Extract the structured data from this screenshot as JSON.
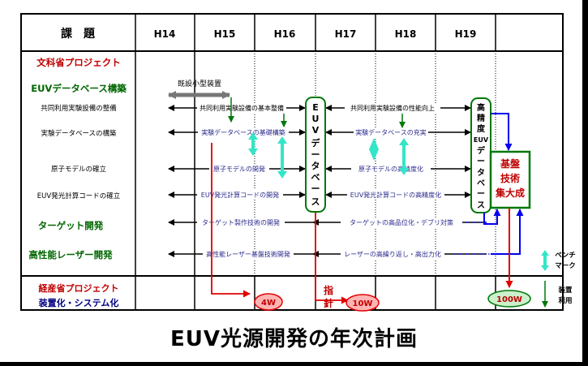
{
  "header": {
    "topic": "課　題",
    "years": [
      "H14",
      "H15",
      "H16",
      "H17",
      "H18",
      "H19"
    ]
  },
  "rows": {
    "mext_project": "文科省プロジェクト",
    "euv_database": "EUVデータベース構築",
    "shared_facility": "共同利用実験設備の整備",
    "experiment_db": "実験データベースの構築",
    "atomic_model": "原子モデルの確立",
    "euv_code": "EUV発光計算コードの確立",
    "target_dev": "ターゲット開発",
    "laser_dev": "高性能レーザー開発",
    "meti_project": "経産省プロジェクト",
    "device_system": "装置化・システム化"
  },
  "arrows": {
    "existing_device": "既設小型装置",
    "facility_basic": "共同利用実験設備の基本整備",
    "facility_perf": "共同利用実験設備の性能向上",
    "db_basic": "実験データベースの基礎構築",
    "db_enhance": "実験データベースの充実",
    "model_dev": "原子モデルの開発",
    "model_precision": "原子モデルの高精度化",
    "code_dev": "EUV発光計算コードの開発",
    "code_precision": "EUV発光計算コードの高精度化",
    "target_tech": "ターゲット製作技術の開発",
    "target_quality": "ターゲットの高品位化・デブリ対策",
    "laser_basic": "高性能レーザー基盤技術開発",
    "laser_rep": "レーザーの高繰り返し・高出力化"
  },
  "boxes": {
    "euv_db_vertical": [
      "E",
      "U",
      "V",
      "デ",
      "ー",
      "タ",
      "ベ",
      "ー",
      "ス"
    ],
    "hp_db_vertical": [
      "高",
      "精",
      "度",
      "EUV",
      "デ",
      "ー",
      "タ",
      "ベ",
      "ー",
      "ス"
    ],
    "integration": [
      "基盤",
      "技術",
      "集大成"
    ]
  },
  "milestones": {
    "m4w": "4W",
    "pointer": [
      "指",
      "針"
    ],
    "m10w": "10W",
    "m100w": "100W"
  },
  "legend": {
    "benchmark": [
      "ベンチ",
      "マーク"
    ],
    "device_use": [
      "装置",
      "利用"
    ]
  },
  "title": "EUV光源開発の年次計画",
  "colors": {
    "heading_red": "#c00000",
    "heading_green": "#006600",
    "heading_navy": "#000080",
    "text_blue": "#2b2b8c",
    "cyan": "#33e6c8",
    "green_arrow": "#00780a",
    "red_arrow": "#e00000",
    "blue_arrow": "#0000ee",
    "pink": "#ffb4b4",
    "light_green": "#ccf0cc"
  }
}
